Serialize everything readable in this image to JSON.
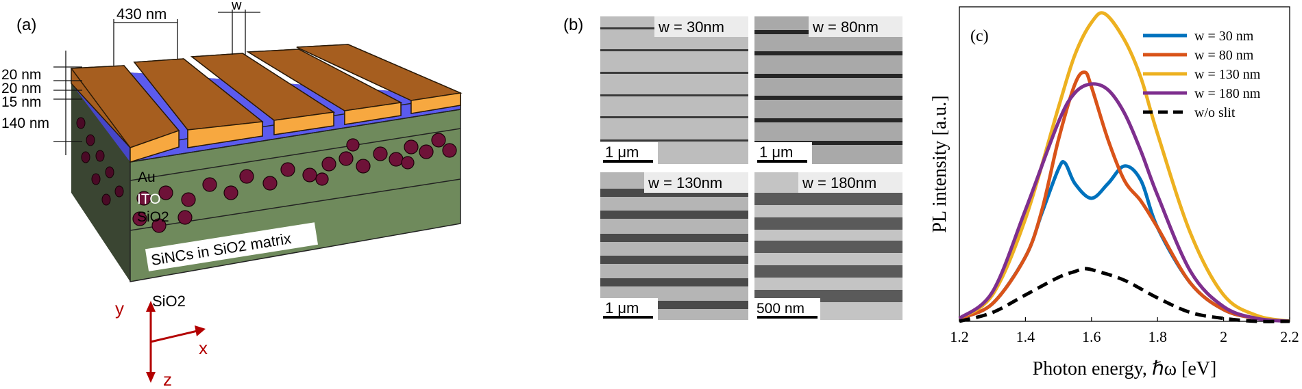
{
  "panel_a": {
    "tag": "(a)",
    "dims": {
      "period": "430 nm",
      "slit": "w"
    },
    "thickness": [
      "20 nm",
      "20 nm",
      "15 nm",
      "140 nm"
    ],
    "layers": {
      "au": "Au",
      "ito": "ITO",
      "sio2_top": "SiO2",
      "matrix": "SiNCs in SiO2 matrix",
      "sio2_bottom": "SiO2"
    },
    "axes": {
      "x": "x",
      "y": "y",
      "z": "z"
    },
    "colors": {
      "gold": "#F7A840",
      "ito": "#5B5BEE",
      "oxide": "#6F8A5C",
      "nc": "#6E1238",
      "axis": "#B30000"
    }
  },
  "panel_b": {
    "tag": "(b)",
    "images": [
      {
        "label": "w = 30nm",
        "scale": "1 μm"
      },
      {
        "label": "w = 80nm",
        "scale": "1 μm"
      },
      {
        "label": "w = 130nm",
        "scale": "1 μm"
      },
      {
        "label": "w = 180nm",
        "scale": "500 nm"
      }
    ]
  },
  "panel_c": {
    "tag": "(c)",
    "ylabel": "PL intensity [a.u.]",
    "xlabel": "Photon energy, ℏω [eV]"
  },
  "chart_data": {
    "type": "line",
    "title": "",
    "xlabel": "Photon energy, ℏω [eV]",
    "ylabel": "PL intensity [a.u.]",
    "xlim": [
      1.2,
      2.2
    ],
    "ylim": [
      0,
      1.05
    ],
    "xticks": [
      "1.2",
      "1.4",
      "1.6",
      "1.8",
      "2",
      "2.2"
    ],
    "grid": false,
    "legend_position": "top-right",
    "series": [
      {
        "name": "w = 30 nm",
        "color": "#0072BD",
        "style": "solid",
        "x": [
          1.2,
          1.3,
          1.4,
          1.45,
          1.5,
          1.52,
          1.55,
          1.6,
          1.65,
          1.7,
          1.75,
          1.8,
          1.9,
          2.0,
          2.1,
          2.2
        ],
        "y": [
          0.01,
          0.06,
          0.22,
          0.37,
          0.52,
          0.54,
          0.47,
          0.42,
          0.47,
          0.53,
          0.48,
          0.32,
          0.13,
          0.04,
          0.01,
          0.0
        ]
      },
      {
        "name": "w = 80 nm",
        "color": "#D95319",
        "style": "solid",
        "x": [
          1.2,
          1.3,
          1.4,
          1.45,
          1.5,
          1.55,
          1.58,
          1.6,
          1.65,
          1.7,
          1.75,
          1.8,
          1.9,
          2.0,
          2.1,
          2.2
        ],
        "y": [
          0.01,
          0.06,
          0.22,
          0.38,
          0.62,
          0.81,
          0.85,
          0.8,
          0.62,
          0.48,
          0.41,
          0.32,
          0.13,
          0.04,
          0.01,
          0.0
        ]
      },
      {
        "name": "w = 130 nm",
        "color": "#EDB120",
        "style": "solid",
        "x": [
          1.2,
          1.3,
          1.4,
          1.5,
          1.55,
          1.6,
          1.64,
          1.7,
          1.75,
          1.8,
          1.9,
          2.0,
          2.1,
          2.2
        ],
        "y": [
          0.01,
          0.09,
          0.35,
          0.73,
          0.91,
          1.02,
          1.05,
          0.96,
          0.83,
          0.64,
          0.3,
          0.09,
          0.02,
          0.0
        ]
      },
      {
        "name": "w = 180 nm",
        "color": "#7E2F8E",
        "style": "solid",
        "x": [
          1.2,
          1.3,
          1.4,
          1.5,
          1.55,
          1.6,
          1.65,
          1.7,
          1.75,
          1.8,
          1.9,
          2.0,
          2.1,
          2.2
        ],
        "y": [
          0.01,
          0.1,
          0.38,
          0.68,
          0.78,
          0.81,
          0.79,
          0.71,
          0.58,
          0.43,
          0.17,
          0.05,
          0.01,
          0.0
        ]
      },
      {
        "name": "w/o slit",
        "color": "#000000",
        "style": "dashed",
        "x": [
          1.2,
          1.3,
          1.4,
          1.5,
          1.55,
          1.58,
          1.62,
          1.7,
          1.8,
          1.9,
          2.0,
          2.1,
          2.2
        ],
        "y": [
          0.0,
          0.03,
          0.09,
          0.15,
          0.17,
          0.18,
          0.17,
          0.14,
          0.08,
          0.03,
          0.01,
          0.0,
          0.0
        ]
      }
    ]
  }
}
